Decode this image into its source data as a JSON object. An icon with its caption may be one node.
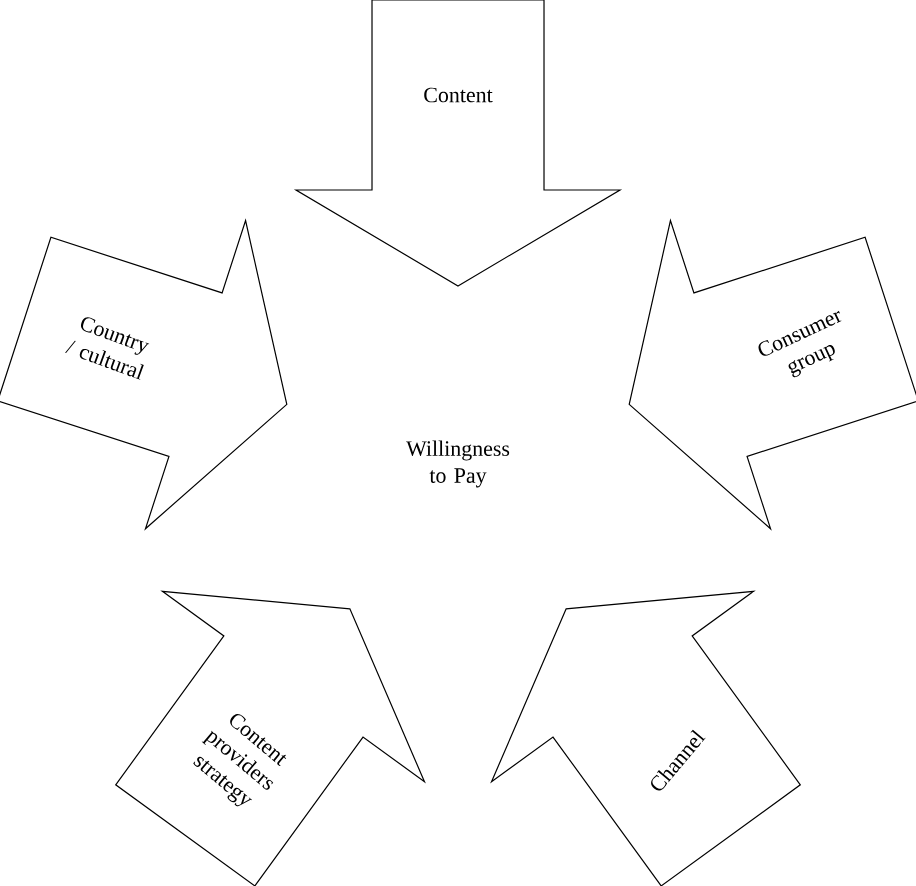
{
  "diagram": {
    "nodes": [
      {
        "text": [
          "Willingness to Pay"
        ]
      },
      {
        "text": [
          "Content"
        ]
      },
      {
        "text": [
          "Consumer group"
        ]
      },
      {
        "text": [
          "Channel"
        ]
      },
      {
        "text": [
          "Content providers strategy"
        ]
      },
      {
        "text": [
          "Country / cultural"
        ]
      }
    ]
  }
}
